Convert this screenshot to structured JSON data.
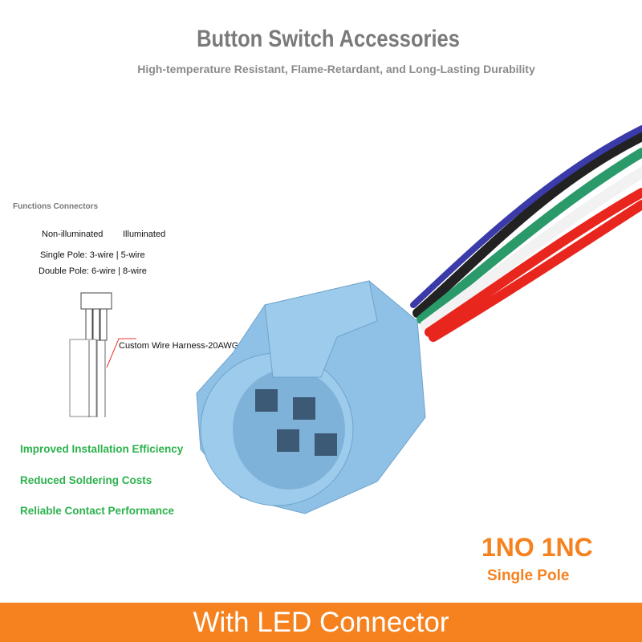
{
  "header": {
    "title": "Button Switch Accessories",
    "subtitle": "High-temperature Resistant, Flame-Retardant, and Long-Lasting Durability"
  },
  "diagram": {
    "heading": "Functions Connectors",
    "col1": "Non-illuminated",
    "col2": "Illuminated",
    "row1": "Single Pole: 3-wire | 5-wire",
    "row2": "Double Pole: 6-wire | 8-wire",
    "callout": "Custom Wire Harness-20AWG"
  },
  "features": [
    "Improved Installation Efficiency",
    "Reduced Soldering Costs",
    "Reliable Contact Performance"
  ],
  "spec": {
    "contacts": "1NO 1NC",
    "pole": "Single Pole"
  },
  "banner": {
    "label": "With LED Connector"
  },
  "colors": {
    "accent": "#f5821f",
    "feature": "#2bb24c",
    "connector": "#8fc1e6"
  }
}
